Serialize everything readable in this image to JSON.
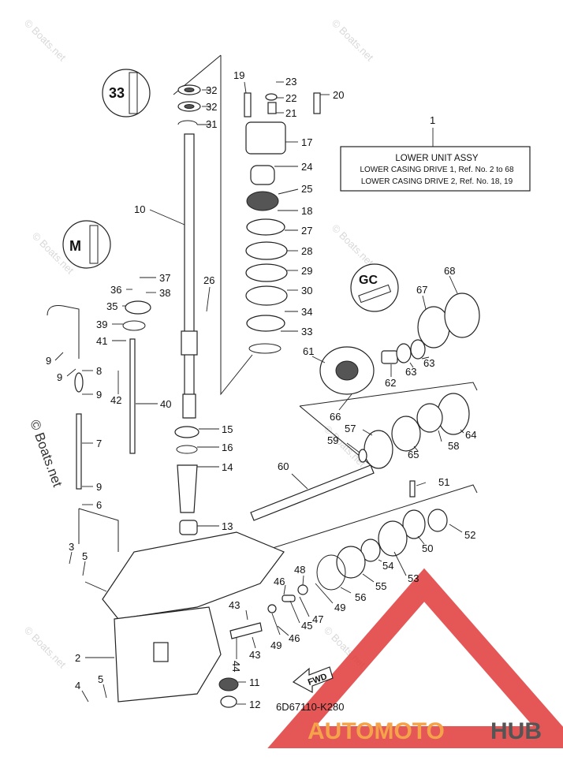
{
  "box": {
    "number": "1",
    "title": "LOWER UNIT ASSY",
    "line1": "LOWER CASING DRIVE 1,  Ref. No. 2 to 68",
    "line2": "LOWER CASING DRIVE 2,  Ref. No. 18, 19"
  },
  "diagram_code": "6D67110-K280",
  "fwd_label": "FWD",
  "watermark": "© Boats.net",
  "brand": {
    "part1": "AUTOMOTO",
    "part2": "HUB",
    "color1": "#f4a34a",
    "color2": "#555555",
    "logo_color": "#e03a3a"
  },
  "callouts": [
    {
      "n": "32"
    },
    {
      "n": "32"
    },
    {
      "n": "31"
    },
    {
      "n": "19"
    },
    {
      "n": "23"
    },
    {
      "n": "22"
    },
    {
      "n": "21"
    },
    {
      "n": "20"
    },
    {
      "n": "17"
    },
    {
      "n": "24"
    },
    {
      "n": "25"
    },
    {
      "n": "18"
    },
    {
      "n": "27"
    },
    {
      "n": "28"
    },
    {
      "n": "29"
    },
    {
      "n": "30"
    },
    {
      "n": "34"
    },
    {
      "n": "33"
    },
    {
      "n": "10"
    },
    {
      "n": "26"
    },
    {
      "n": "37"
    },
    {
      "n": "36"
    },
    {
      "n": "38"
    },
    {
      "n": "35"
    },
    {
      "n": "39"
    },
    {
      "n": "41"
    },
    {
      "n": "9"
    },
    {
      "n": "9"
    },
    {
      "n": "8"
    },
    {
      "n": "9"
    },
    {
      "n": "42"
    },
    {
      "n": "40"
    },
    {
      "n": "7"
    },
    {
      "n": "9"
    },
    {
      "n": "6"
    },
    {
      "n": "15"
    },
    {
      "n": "16"
    },
    {
      "n": "14"
    },
    {
      "n": "13"
    },
    {
      "n": "3"
    },
    {
      "n": "5"
    },
    {
      "n": "2"
    },
    {
      "n": "4"
    },
    {
      "n": "5"
    },
    {
      "n": "68"
    },
    {
      "n": "67"
    },
    {
      "n": "61"
    },
    {
      "n": "62"
    },
    {
      "n": "63"
    },
    {
      "n": "63"
    },
    {
      "n": "66"
    },
    {
      "n": "64"
    },
    {
      "n": "57"
    },
    {
      "n": "59"
    },
    {
      "n": "58"
    },
    {
      "n": "65"
    },
    {
      "n": "60"
    },
    {
      "n": "51"
    },
    {
      "n": "52"
    },
    {
      "n": "50"
    },
    {
      "n": "54"
    },
    {
      "n": "53"
    },
    {
      "n": "55"
    },
    {
      "n": "56"
    },
    {
      "n": "48"
    },
    {
      "n": "49"
    },
    {
      "n": "47"
    },
    {
      "n": "46"
    },
    {
      "n": "45"
    },
    {
      "n": "46"
    },
    {
      "n": "49"
    },
    {
      "n": "43"
    },
    {
      "n": "44"
    },
    {
      "n": "43"
    },
    {
      "n": "11"
    },
    {
      "n": "12"
    }
  ]
}
